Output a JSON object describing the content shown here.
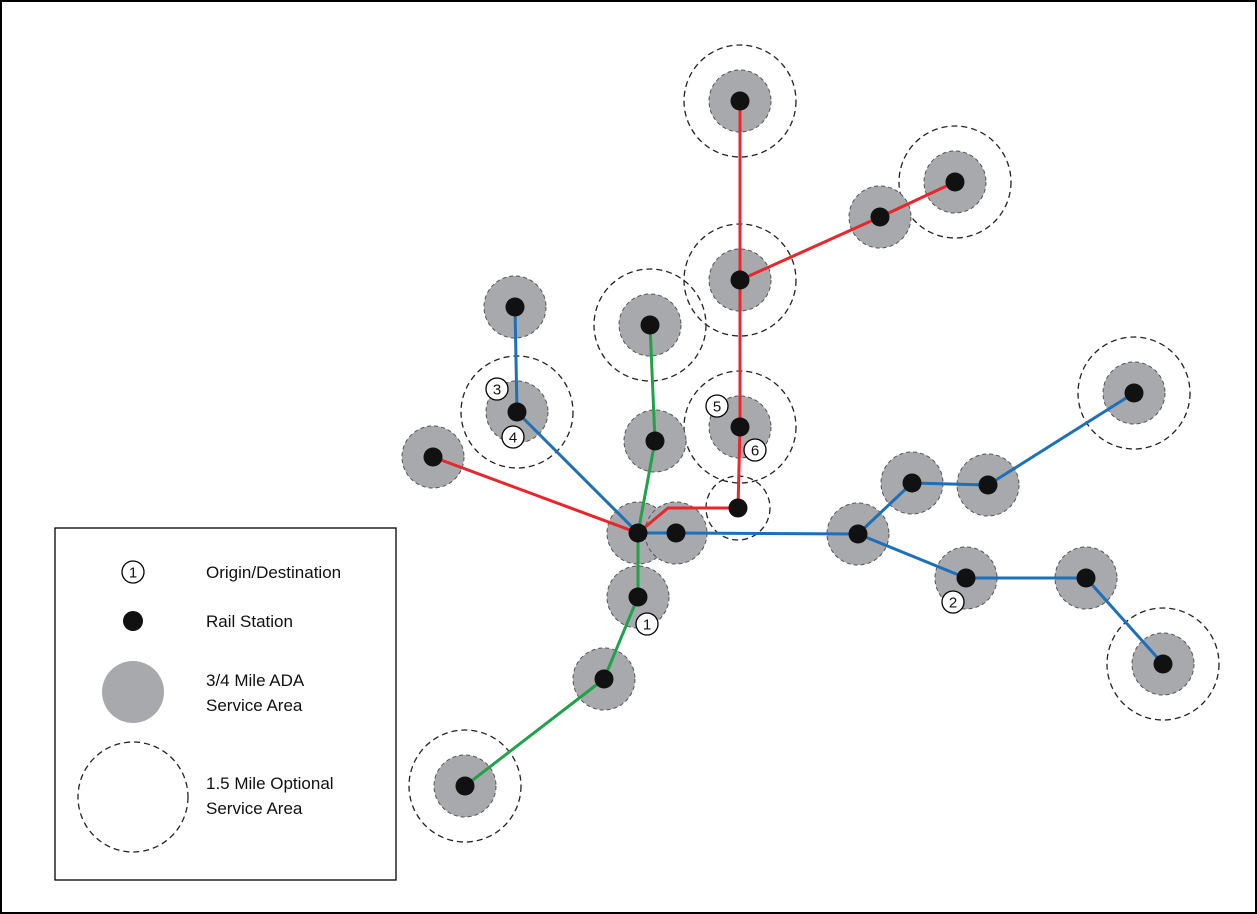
{
  "legend": {
    "origin_destination": "Origin/Destination",
    "origin_destination_symbol": "1",
    "rail_station": "Rail Station",
    "ada_line1": "3/4 Mile ADA",
    "ada_line2": "Service Area",
    "optional_line1": "1.5 Mile Optional",
    "optional_line2": "Service Area"
  },
  "line_colors": {
    "red": "#e8262b",
    "blue": "#1d6fb8",
    "green": "#1fa24a"
  },
  "service_area_color": "#a7a9ac",
  "od_points": [
    {
      "label": "1"
    },
    {
      "label": "2"
    },
    {
      "label": "3"
    },
    {
      "label": "4"
    },
    {
      "label": "5"
    },
    {
      "label": "6"
    }
  ]
}
